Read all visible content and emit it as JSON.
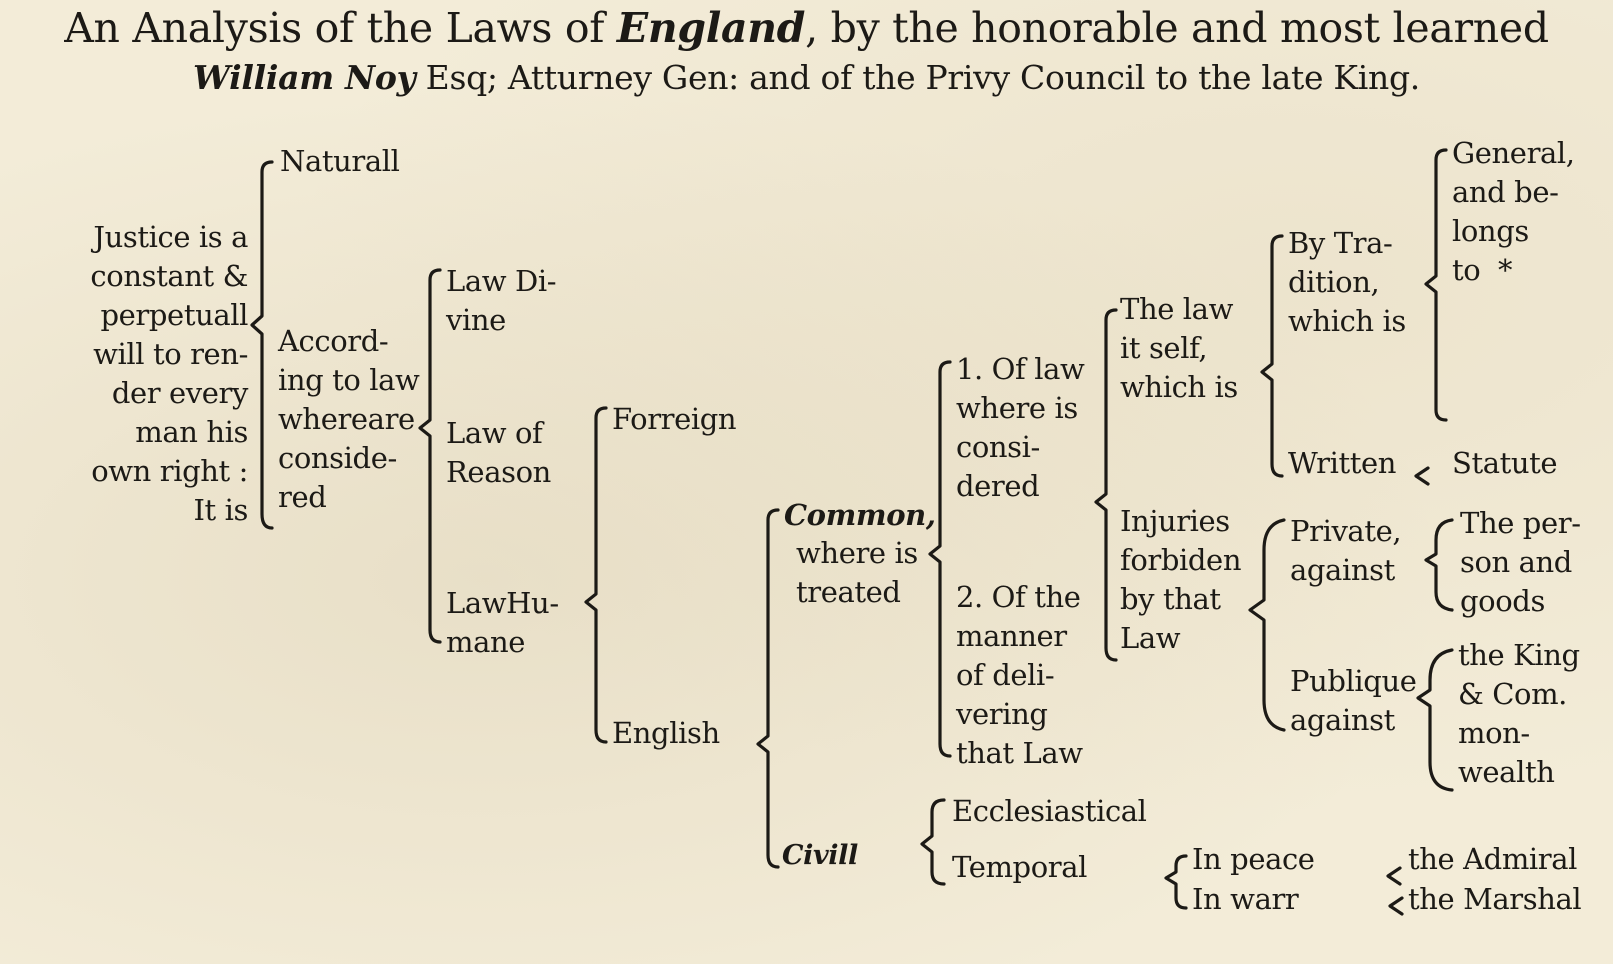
{
  "title": {
    "line1_pre": "An Analysis of the Laws of ",
    "line1_em": "England",
    "line1_post": ", by the honorable and most learned",
    "line2_em": "William Noy",
    "line2_post": " Esq; Atturney Gen: and of the Privy Council to the late King."
  },
  "tree": {
    "justice": "Justice is a\nconstant &\nperpetuall\nwill to ren-\nder every\nman his\nown right :\nIt is",
    "naturall": "Naturall",
    "according": "Accord-\ning to law\nwhereare\nconside-\nred",
    "law_divine": "Law Di-\nvine",
    "law_reason": "Law of\nReason",
    "law_humane": "LawHu-\nmane",
    "forreign": "Forreign",
    "english": "English",
    "common": "Common,",
    "common_rest": "where is\ntreated",
    "civill": "Civill",
    "of_law": "1. Of law\nwhere is\nconsi-\ndered",
    "of_manner": "2. Of the\nmanner\nof deli-\nvering\nthat Law",
    "law_itself": "The law\nit self,\nwhich is",
    "injuries": "Injuries\nforbiden\nby that\nLaw",
    "by_tradition": "By Tra-\ndition,\nwhich is",
    "written": "Written",
    "general": "General,\nand be-\nlongs\nto  *",
    "statute": "Statute",
    "private": "Private,\nagainst",
    "person_goods": "The per-\nson and\ngoods",
    "publique": "Publique\nagainst",
    "king_commonwealth": "the King\n& Com.\nmon-\nwealth",
    "ecclesiastical": "Ecclesiastical",
    "temporal": "Temporal",
    "in_peace": "In peace",
    "in_warr": "In warr",
    "admiral": "the Admiral",
    "marshal": "the Marshal"
  }
}
